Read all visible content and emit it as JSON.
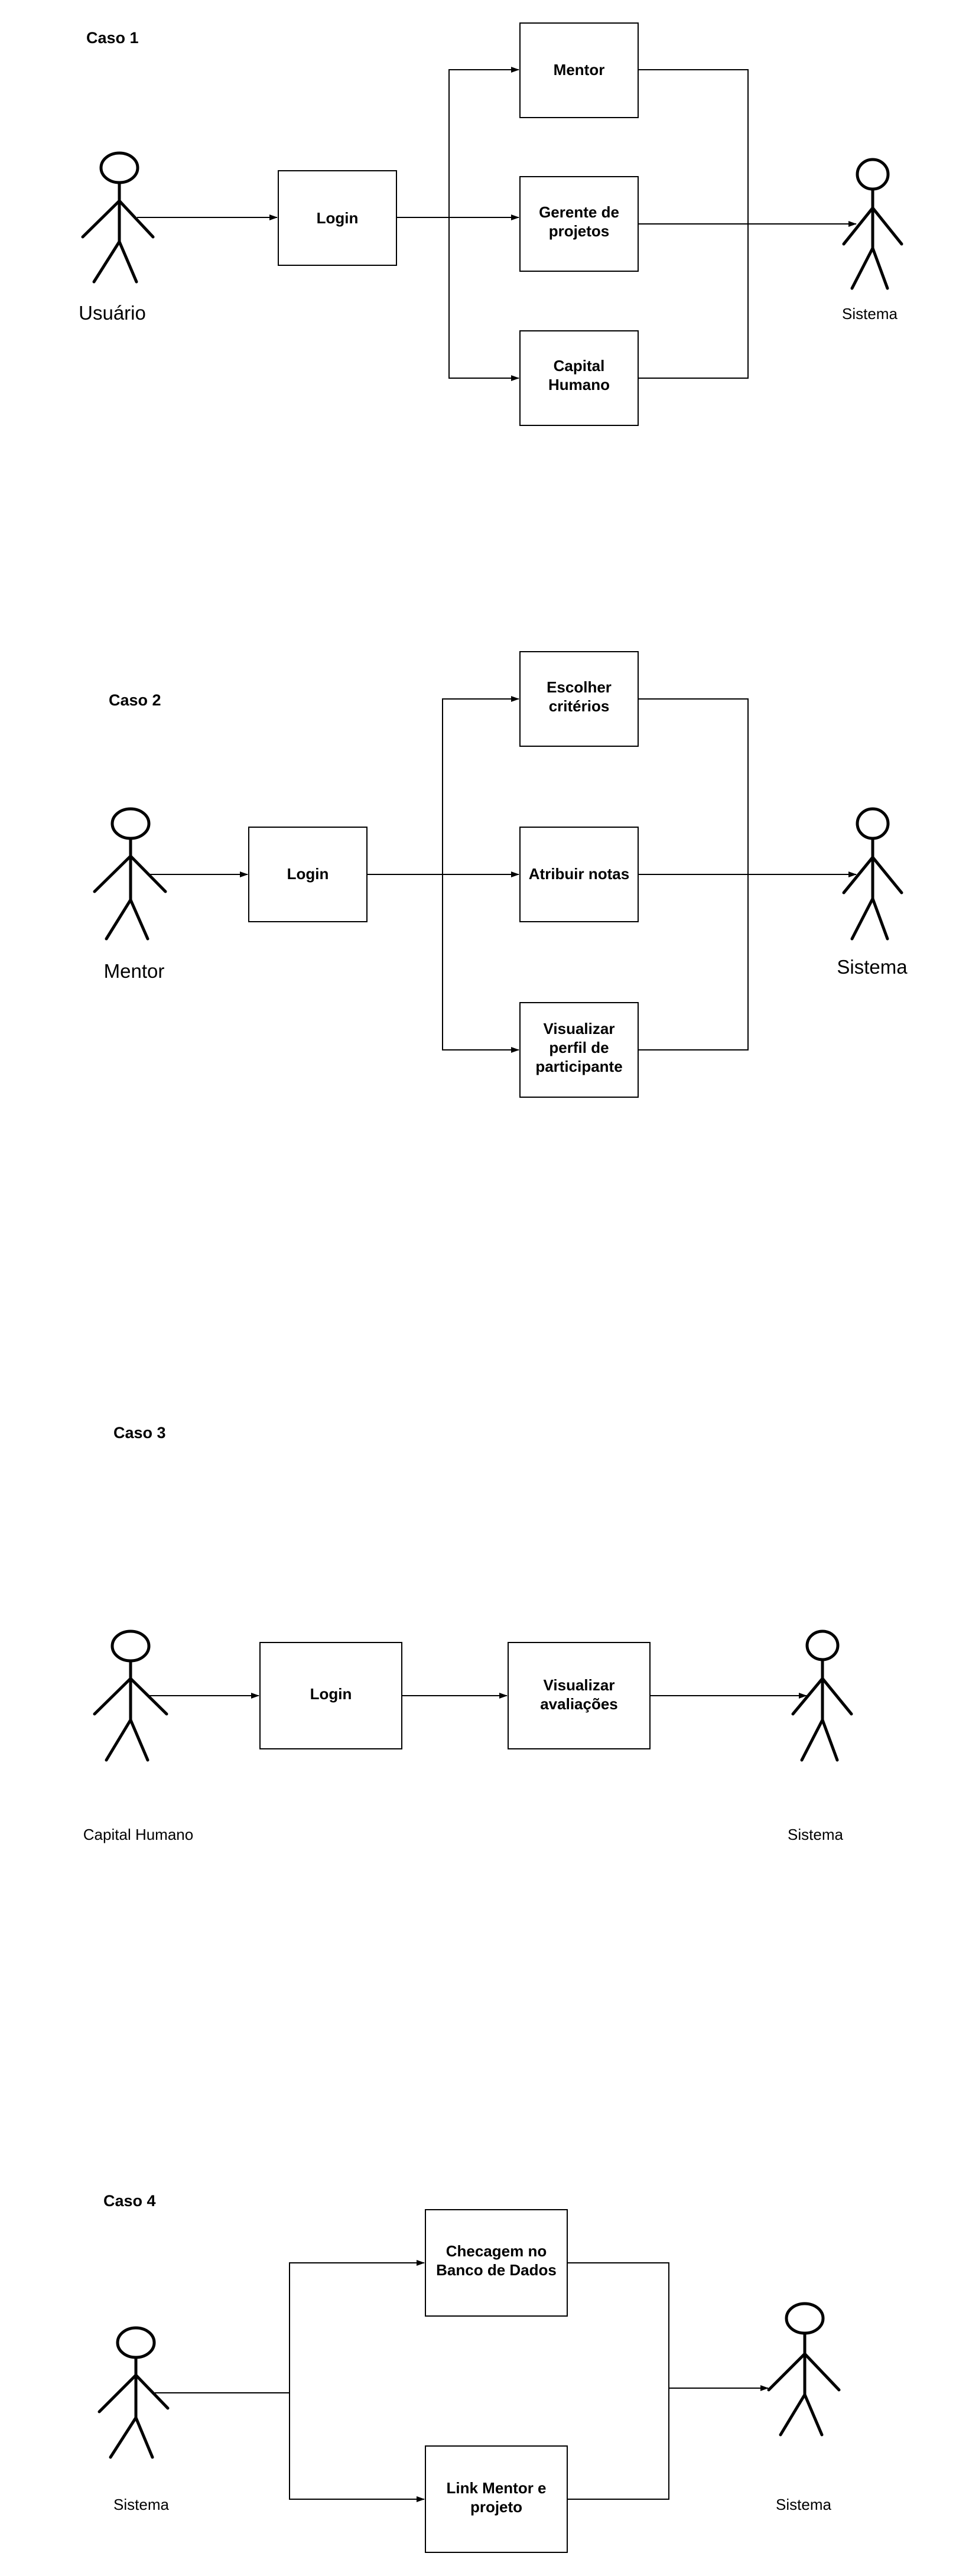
{
  "caso1": {
    "title": "Caso 1",
    "actor_left": "Usuário",
    "actor_right": "Sistema",
    "login": "Login",
    "mentor": "Mentor",
    "gerente": [
      "Gerente de",
      "projetos"
    ],
    "capital": [
      "Capital",
      "Humano"
    ]
  },
  "caso2": {
    "title": "Caso 2",
    "actor_left": "Mentor",
    "actor_right": "Sistema",
    "login": "Login",
    "escolher": [
      "Escolher",
      "critérios"
    ],
    "atribuir": "Atribuir notas",
    "visualizar": [
      "Visualizar",
      "perfil de",
      "participante"
    ]
  },
  "caso3": {
    "title": "Caso 3",
    "actor_left": "Capital Humano",
    "actor_right": "Sistema",
    "login": "Login",
    "visualizar": [
      "Visualizar",
      "avaliações"
    ]
  },
  "caso4": {
    "title": "Caso 4",
    "actor_left": "Sistema",
    "actor_right": "Sistema",
    "checagem": [
      "Checagem no",
      "Banco de Dados"
    ],
    "link": [
      "Link Mentor e",
      "projeto"
    ]
  }
}
